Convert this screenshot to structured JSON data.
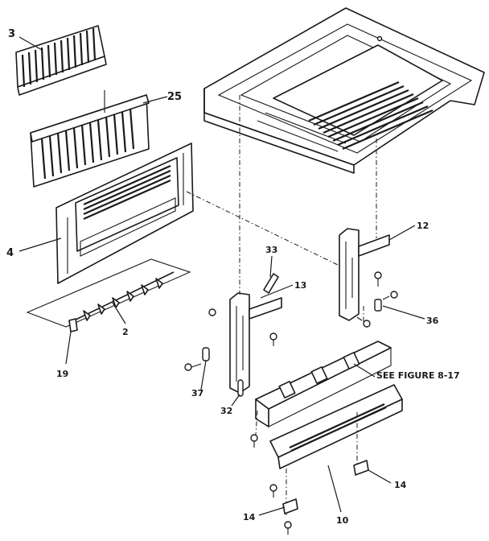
{
  "callouts": {
    "c3": "3",
    "c25": "25",
    "c4": "4",
    "c2": "2",
    "c19": "19",
    "c33": "33",
    "c13": "13",
    "c12": "12",
    "c36": "36",
    "c37": "37",
    "c32": "32",
    "c14a": "14",
    "c14b": "14",
    "c10": "10",
    "see_figure": "SEE FIGURE 8-17"
  }
}
